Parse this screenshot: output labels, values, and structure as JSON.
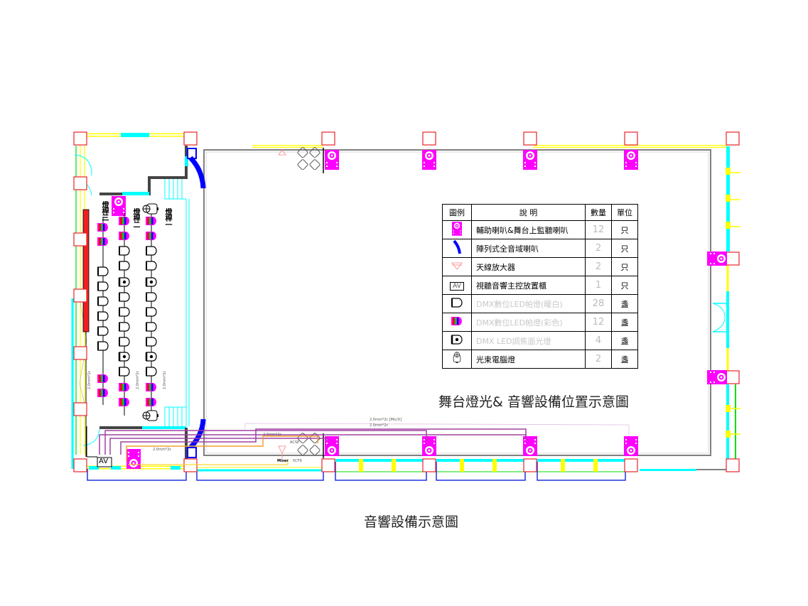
{
  "diagram": {
    "subtitle": "舞台燈光& 音響設備位置示意圖",
    "caption": "音響設備示意圖",
    "batten_labels": [
      "燈桿三",
      "燈桿二",
      "燈桿一"
    ],
    "av_label": "AV",
    "cable_labels": [
      "2.0mm*2c",
      "2.0mm*2c [Mic/X]",
      "2.0mm*2c",
      "2.0mm*2c",
      "ACSE",
      "Mixer 5CF9"
    ],
    "colors": {
      "column": "#e8232a",
      "wall": "#ffff00",
      "window": "#00ffff",
      "speaker": "#ff00ff",
      "array_speaker": "#0000ff",
      "stage_outline": "#808080",
      "cable_purple": "#a040a0",
      "cable_orange": "#f0a030",
      "curtain": "#ee2020",
      "green_line": "#00dd00"
    }
  },
  "legend": {
    "headers": {
      "symbol": "圖例",
      "description": "說  明",
      "quantity": "數量",
      "unit": "單位"
    },
    "rows": [
      {
        "icon": "monitor-speaker-icon",
        "description": "輔助喇叭&舞台上監聽喇叭",
        "quantity": "12",
        "unit": "只"
      },
      {
        "icon": "line-array-speaker-icon",
        "description": "陣列式全音域喇叭",
        "quantity": "2",
        "unit": "只"
      },
      {
        "icon": "antenna-amplifier-icon",
        "description": "天線放大器",
        "quantity": "2",
        "unit": "只"
      },
      {
        "icon": "av-cabinet-icon",
        "description": "視聽音響主控放置櫃",
        "quantity": "1",
        "unit": "只"
      },
      {
        "icon": "led-par-warm-icon",
        "description": "DMX數位LED帕燈(暖白)",
        "quantity": "28",
        "unit": "盞"
      },
      {
        "icon": "led-par-color-icon",
        "description": "DMX數位LED帕燈(彩色)",
        "quantity": "12",
        "unit": "盞"
      },
      {
        "icon": "led-zoom-profile-icon",
        "description": "DMX LED調焦面光燈",
        "quantity": "4",
        "unit": "盞"
      },
      {
        "icon": "moving-head-icon",
        "description": "光束電腦燈",
        "quantity": "2",
        "unit": "盞"
      }
    ]
  }
}
